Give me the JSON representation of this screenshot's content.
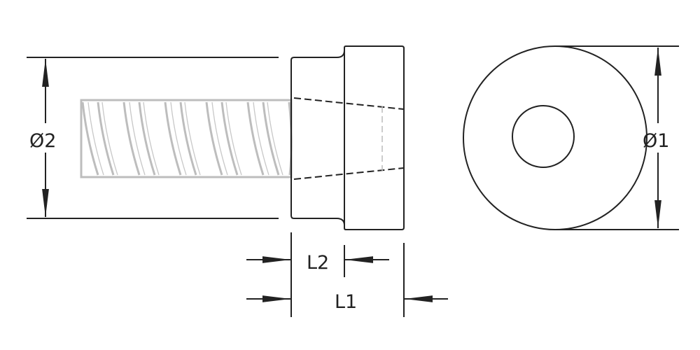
{
  "labels": {
    "diameter_2": "Ø2",
    "diameter_1": "Ø1",
    "length_2": "L2",
    "length_1": "L1"
  },
  "colors": {
    "line": "#222222",
    "hidden_thread": "#bdbdbd"
  }
}
